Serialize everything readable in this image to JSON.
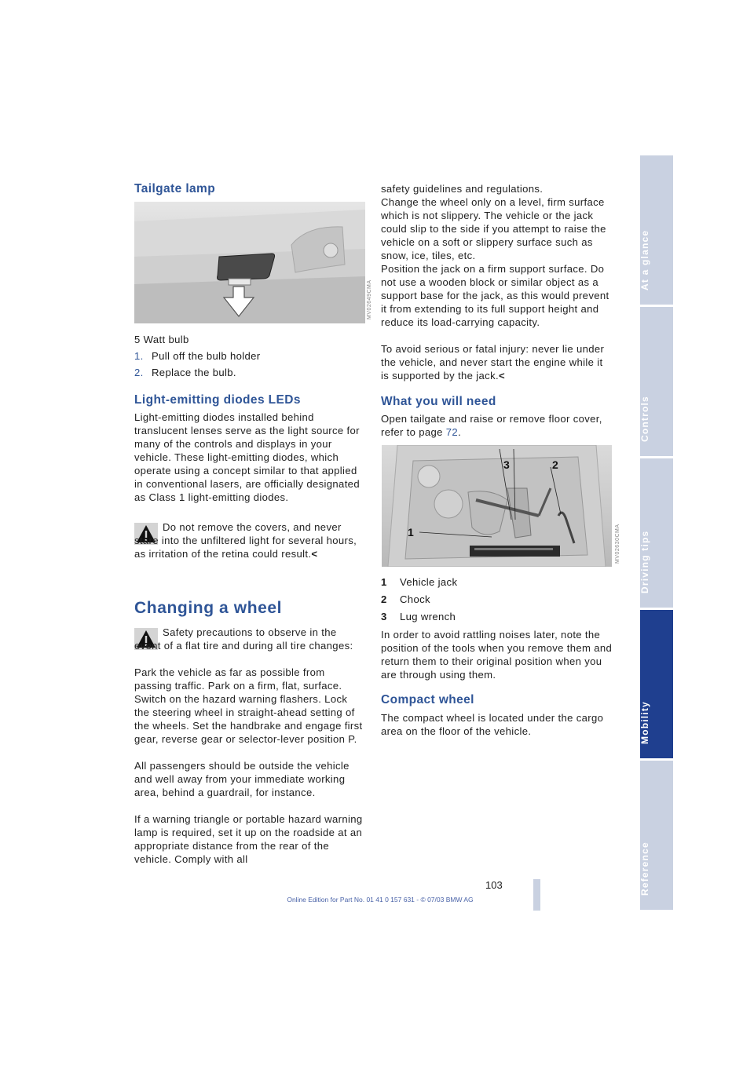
{
  "tailgate": {
    "title": "Tailgate lamp",
    "figure_code": "MV02649CMA",
    "bulb": "5 Watt bulb",
    "steps": [
      {
        "num": "1.",
        "text": "Pull off the bulb holder"
      },
      {
        "num": "2.",
        "text": "Replace the bulb."
      }
    ]
  },
  "leds": {
    "title": "Light-emitting diodes LEDs",
    "body": "Light-emitting diodes installed behind translucent lenses serve as the light source for many of the controls and displays in your vehicle. These light-emitting diodes, which operate using a concept similar to that applied in conventional lasers, are officially designated as Class 1 light-emitting diodes.",
    "warning": "Do not remove the covers, and never stare into the unfiltered light for several hours, as irritation of the retina could result.",
    "end_mark": "<"
  },
  "changing": {
    "title": "Changing a wheel",
    "warning_p1": "Safety precautions to observe in the event of a flat tire and during all tire changes:",
    "warning_p2": "Park the vehicle as far as possible from passing traffic. Park on a firm, flat, surface. Switch on the hazard warning flashers. Lock the steering wheel in straight-ahead setting of the wheels. Set the handbrake and engage first gear, reverse gear or selector-lever position P.",
    "warning_p3": "All passengers should be outside the vehicle and well away from your immediate working area, behind a guardrail, for instance.",
    "warning_p4": "If a warning triangle or portable hazard warning lamp is required, set it up on the roadside at an appropriate distance from the rear of the vehicle. Comply with all",
    "continued_p1": "safety guidelines and regulations.",
    "continued_p2": "Change the wheel only on a level, firm surface which is not slippery. The vehicle or the jack could slip to the side if you attempt to raise the vehicle on a soft or slippery surface such as snow, ice, tiles, etc.",
    "continued_p3": "Position the jack on a firm support surface. Do not use a wooden block or similar object as a support base for the jack, as this would prevent it from extending to its full support height and reduce its load-carrying capacity.",
    "continued_p4": "To avoid serious or fatal injury: never lie under the vehicle, and never start the engine while it is supported by the jack.",
    "end_mark": "<"
  },
  "need": {
    "title": "What you will need",
    "intro": "Open tailgate and raise or remove floor cover, refer to page ",
    "page_ref": "72",
    "intro_end": ".",
    "figure_code": "MV02630CMA",
    "callouts": [
      "1",
      "2",
      "3"
    ],
    "legend": [
      {
        "num": "1",
        "text": "Vehicle jack"
      },
      {
        "num": "2",
        "text": "Chock"
      },
      {
        "num": "3",
        "text": "Lug wrench"
      }
    ],
    "note": "In order to avoid rattling noises later, note the position of the tools when you remove them and return them to their original position when you are through using them."
  },
  "compact": {
    "title": "Compact wheel",
    "body": "The compact wheel is located under the cargo area on the floor of the vehicle."
  },
  "tabs": [
    {
      "label": "At a glance",
      "active": false
    },
    {
      "label": "Controls",
      "active": false
    },
    {
      "label": "Driving tips",
      "active": false
    },
    {
      "label": "Mobility",
      "active": true
    },
    {
      "label": "Reference",
      "active": false
    }
  ],
  "page_number": "103",
  "footer": "Online Edition for Part No. 01 41 0 157 631 - © 07/03 BMW AG"
}
